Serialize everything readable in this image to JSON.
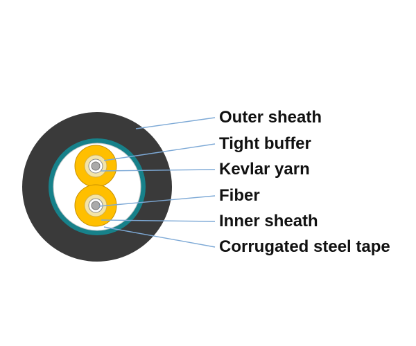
{
  "labels": [
    "Outer sheath",
    "Tight buffer",
    "Kevlar yarn",
    "Fiber",
    "Inner sheath",
    "Corrugated steel tape"
  ],
  "colors": {
    "outer_sheath": "#3a3a3a",
    "steel_tape": "#17818a",
    "inner_sheath": "#ffffff",
    "tight_buffer": "#ffbf00",
    "buffer_outline": "#c89000",
    "kevlar": "#f3e4a8",
    "fiber_cladding": "#ffffff",
    "fiber_core": "#aaaaaa",
    "leader_line": "#7da9d6",
    "label_text": "#111111"
  }
}
